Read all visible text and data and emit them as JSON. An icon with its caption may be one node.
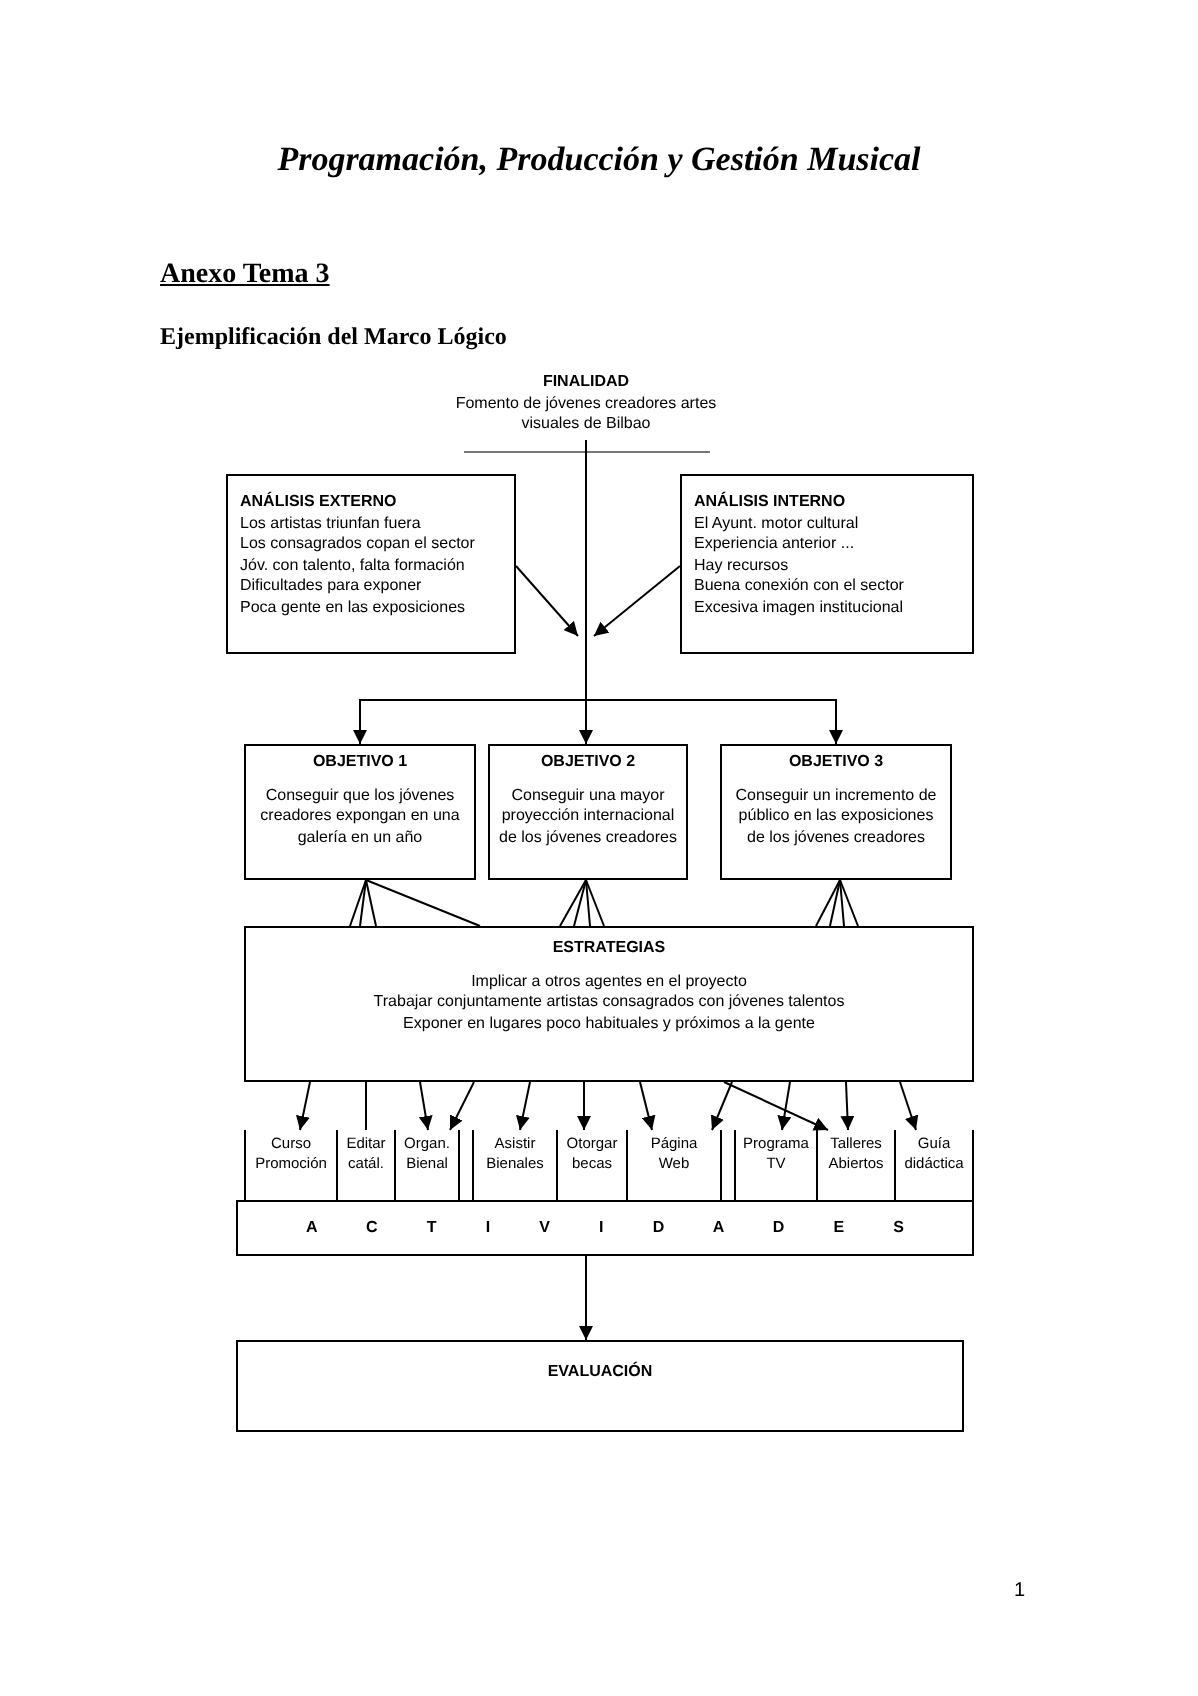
{
  "diagram": {
    "title": "Programación, Producción y Gestión Musical",
    "nodes": [
      {
        "text": [
          "FINALIDAD",
          "Fomento de jóvenes creadores artes visuales de Bilbao"
        ]
      },
      {
        "text": [
          "ANÁLISIS EXTERNO",
          "Los artistas triunfan fuera",
          "Los consagrados copan el sector",
          "Jóv. con talento, falta formación",
          "Dificultades para exponer",
          "Poca gente en las exposiciones"
        ]
      },
      {
        "text": [
          "ANÁLISIS INTERNO",
          "El Ayunt. motor cultural",
          "Experiencia anterior ...",
          "Hay recursos",
          "Buena conexión con el sector",
          "Excesiva imagen institucional"
        ]
      },
      {
        "text": [
          "OBJETIVO 1",
          "Conseguir que los jóvenes creadores expongan en una galería en un año"
        ]
      },
      {
        "text": [
          "OBJETIVO 2",
          "Conseguir una mayor proyección internacional de los jóvenes creadores"
        ]
      },
      {
        "text": [
          "OBJETIVO 3",
          "Conseguir un incremento de público en las exposiciones de los jóvenes creadores"
        ]
      },
      {
        "text": [
          "ESTRATEGIAS",
          "Implicar a otros agentes en el proyecto",
          "Trabajar conjuntamente artistas consagrados con jóvenes talentos",
          "Exponer en lugares poco habituales y próximos a la gente"
        ]
      },
      {
        "text": [
          "Curso Promoción"
        ]
      },
      {
        "text": [
          "Editar catál."
        ]
      },
      {
        "text": [
          "Organ. Bienal"
        ]
      },
      {
        "text": [
          "Asistir Bienales"
        ]
      },
      {
        "text": [
          "Otorgar becas"
        ]
      },
      {
        "text": [
          "Página Web"
        ]
      },
      {
        "text": [
          "Programa TV"
        ]
      },
      {
        "text": [
          "Talleres Abiertos"
        ]
      },
      {
        "text": [
          "Guía didáctica"
        ]
      },
      {
        "text": [
          "A C T I V I D A D E S"
        ]
      },
      {
        "text": [
          "EVALUACIÓN"
        ]
      }
    ],
    "edges": [
      {
        "from": 0,
        "to": 3,
        "arrow": "to"
      },
      {
        "from": 0,
        "to": 4,
        "arrow": "to"
      },
      {
        "from": 0,
        "to": 5,
        "arrow": "to"
      },
      {
        "from": 1,
        "to": null,
        "arrow": "to"
      },
      {
        "from": 2,
        "to": null,
        "arrow": "to"
      },
      {
        "from": 3,
        "to": 6,
        "arrow": "none"
      },
      {
        "from": 3,
        "to": 6,
        "arrow": "none"
      },
      {
        "from": 3,
        "to": 6,
        "arrow": "none"
      },
      {
        "from": 3,
        "to": 6,
        "arrow": "none"
      },
      {
        "from": 4,
        "to": 6,
        "arrow": "none"
      },
      {
        "from": 4,
        "to": 6,
        "arrow": "none"
      },
      {
        "from": 4,
        "to": 6,
        "arrow": "none"
      },
      {
        "from": 4,
        "to": 6,
        "arrow": "none"
      },
      {
        "from": 5,
        "to": 6,
        "arrow": "none"
      },
      {
        "from": 5,
        "to": 6,
        "arrow": "none"
      },
      {
        "from": 5,
        "to": 6,
        "arrow": "none"
      },
      {
        "from": 5,
        "to": 6,
        "arrow": "none"
      },
      {
        "from": 6,
        "to": 7,
        "arrow": "to"
      },
      {
        "from": 6,
        "to": 8,
        "arrow": "none"
      },
      {
        "from": 6,
        "to": 9,
        "arrow": "to"
      },
      {
        "from": 6,
        "to": 9,
        "arrow": "to"
      },
      {
        "from": 6,
        "to": 10,
        "arrow": "to"
      },
      {
        "from": 6,
        "to": 11,
        "arrow": "to"
      },
      {
        "from": 6,
        "to": 12,
        "arrow": "to"
      },
      {
        "from": 6,
        "to": 12,
        "arrow": "to"
      },
      {
        "from": 6,
        "to": 14,
        "arrow": "to"
      },
      {
        "from": 6,
        "to": 13,
        "arrow": "to"
      },
      {
        "from": 6,
        "to": 14,
        "arrow": "to"
      },
      {
        "from": 6,
        "to": 15,
        "arrow": "to"
      },
      {
        "from": 16,
        "to": 17,
        "arrow": "to"
      }
    ],
    "labels": [
      "Anexo Tema 3",
      "Ejemplificación del Marco Lógico",
      "1"
    ]
  }
}
